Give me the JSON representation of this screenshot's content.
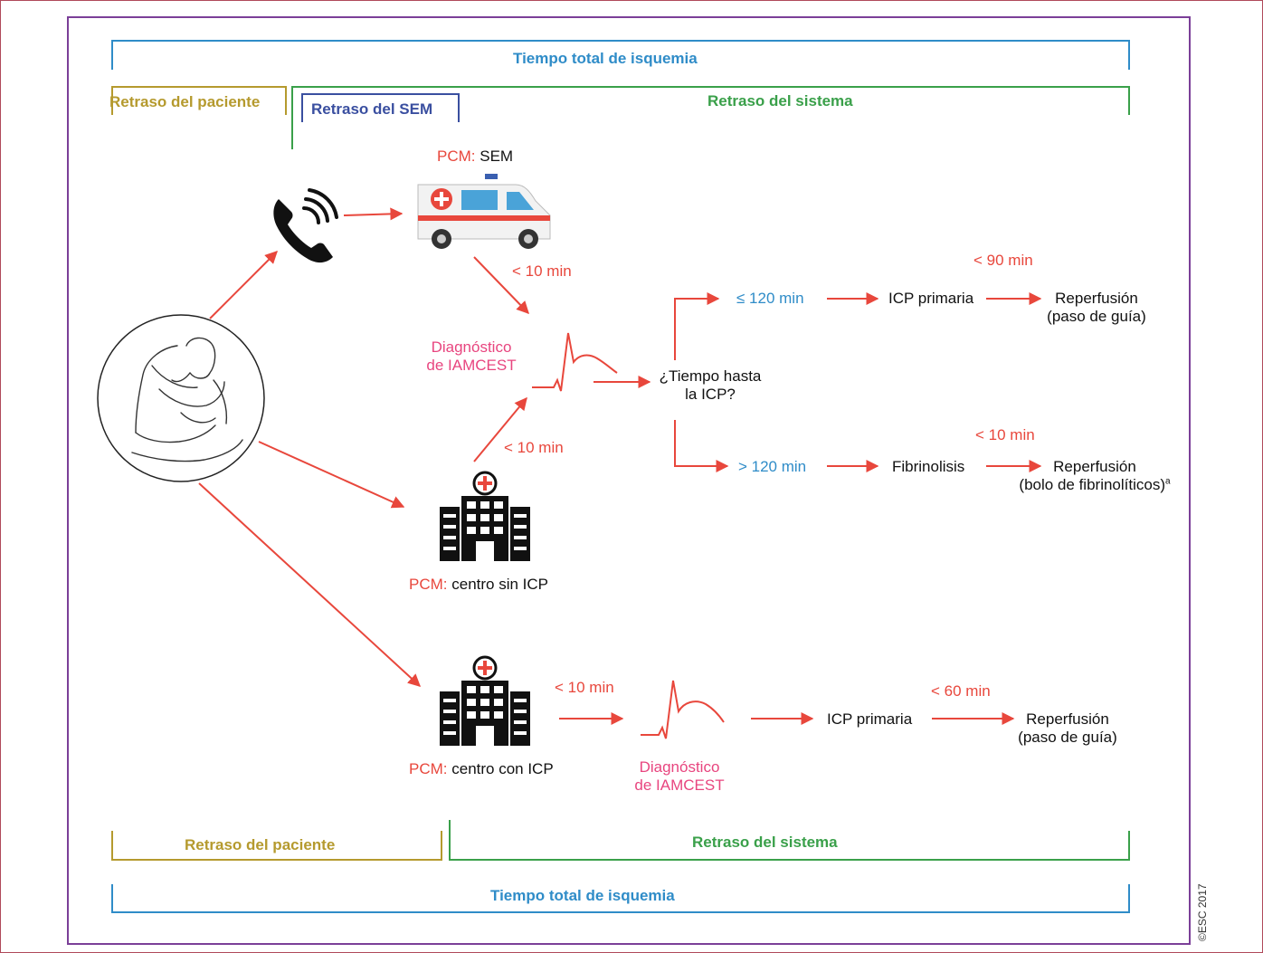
{
  "brackets": {
    "total_top": "Tiempo total de isquemia",
    "patient_top": "Retraso del paciente",
    "sem_top": "Retraso del SEM",
    "system_top": "Retraso del sistema",
    "patient_bottom": "Retraso del paciente",
    "system_bottom": "Retraso del sistema",
    "total_bottom": "Tiempo total de isquemia"
  },
  "nodes": {
    "pcm_prefix": "PCM:",
    "sem": "SEM",
    "centro_sin_icp": "centro sin ICP",
    "centro_con_icp": "centro con ICP",
    "diag_line1": "Diagnóstico",
    "diag_line2": "de IAMCEST",
    "tiempo_line1": "¿Tiempo hasta",
    "tiempo_line2": "la ICP?",
    "icp_primaria": "ICP primaria",
    "fibrinolisis": "Fibrinolisis",
    "reperfusion": "Reperfusión",
    "paso_guia": "(paso de guía)",
    "bolo": "(bolo de fibrinolíticos)",
    "bolo_sup": "a"
  },
  "times": {
    "lt10_sem": "< 10 min",
    "lt10_centro": "< 10 min",
    "le120": "≤ 120 min",
    "gt120": "> 120 min",
    "lt90": "< 90 min",
    "lt10_fib": "< 10 min",
    "lt10_icp": "< 10 min",
    "lt60": "< 60 min"
  },
  "copyright": "©ESC 2017",
  "icons": [
    "phone-icon",
    "ambulance-icon",
    "patient-chest-pain-icon",
    "hospital-icon",
    "ecg-icon"
  ],
  "colors": {
    "arrow": "#e8473c",
    "total": "#2f8cc8",
    "patient": "#b59a2e",
    "sem": "#3a4fa0",
    "system": "#3aa04a",
    "frame": "#7b3f98"
  }
}
